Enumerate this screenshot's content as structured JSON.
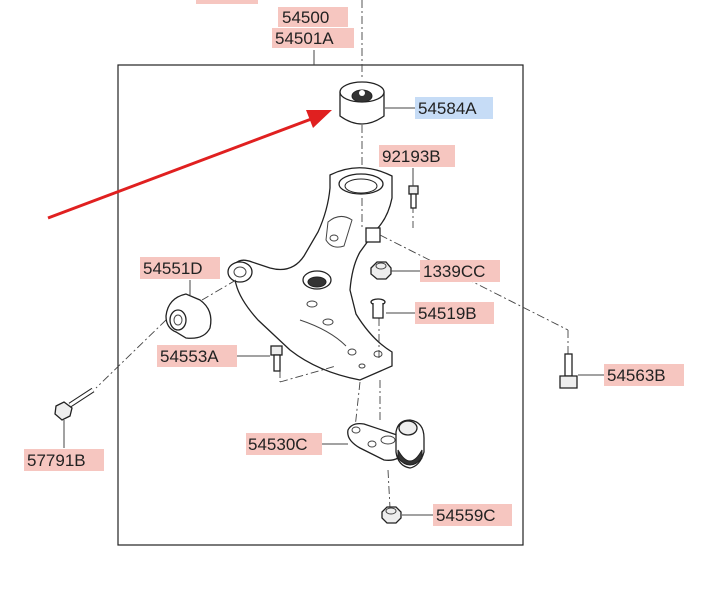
{
  "labels": {
    "p54500": "54500",
    "p54501a": "54501A",
    "p54584a": "54584A",
    "p92193b": "92193B",
    "p54551d": "54551D",
    "p1339cc": "1339CC",
    "p54519b": "54519B",
    "p54553a": "54553A",
    "p54563b": "54563B",
    "p57791b": "57791B",
    "p54530c": "54530C",
    "p54559c": "54559C"
  },
  "colors": {
    "label_highlight": "#f6c6c0",
    "selected_highlight": "#c6dcf6",
    "arrow": "#e02020"
  },
  "selected_part": "54584A"
}
